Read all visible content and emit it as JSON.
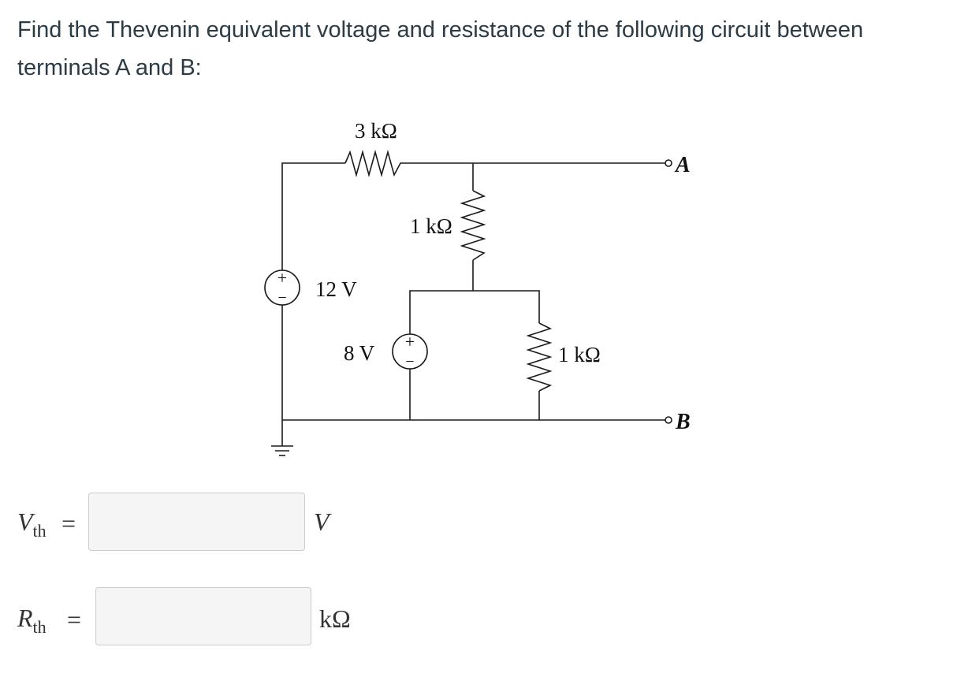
{
  "question": {
    "text": "Find the Thevenin equivalent voltage and resistance of the following circuit between terminals A and B:"
  },
  "circuit": {
    "resistor_top_label": "3 kΩ",
    "resistor_mid_label": "1 kΩ",
    "resistor_right_label": "1 kΩ",
    "source_left_label": "12 V",
    "source_mid_label": "8 V",
    "source_plus": "+",
    "source_minus": "−",
    "terminal_a": "A",
    "terminal_b": "B"
  },
  "answers": {
    "vth": {
      "symbol": "V",
      "subscript": "th",
      "equals": "=",
      "value": "",
      "unit": "V"
    },
    "rth": {
      "symbol": "R",
      "subscript": "th",
      "equals": "=",
      "value": "",
      "unit": "kΩ"
    }
  }
}
